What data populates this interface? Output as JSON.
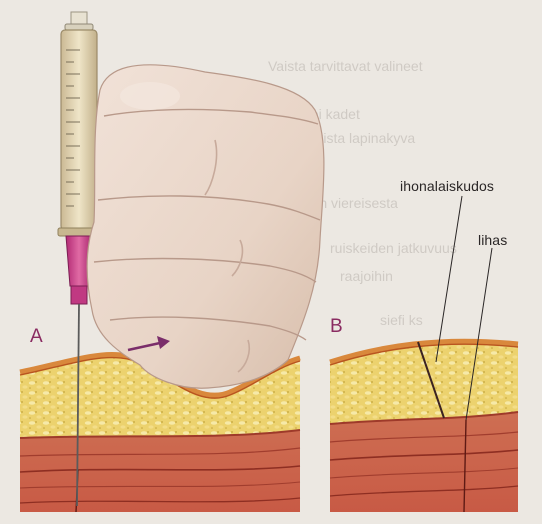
{
  "figure": {
    "panels": [
      {
        "label": "A"
      },
      {
        "label": "B"
      }
    ],
    "callouts": [
      {
        "text": "ihonalaiskudos"
      },
      {
        "text": "lihas"
      }
    ]
  },
  "background_text": [
    "Vaista tarvittavat valineet",
    "Desinfioi kadet",
    "tarkista lapinakyva",
    "pistoksen viereisesta",
    "ruiskeiden jatkuvuus",
    "raajoihin",
    "siefi ks"
  ],
  "colors": {
    "page": "#ece8e2",
    "panel_label": "#8a2b61",
    "arrow": "#7a2d6a",
    "fat_tissue": "#e8c75a",
    "muscle": "#c96b4e",
    "skin_line": "#d9883c"
  },
  "icons": [
    "syringe-icon",
    "hand-pinching-skin-icon",
    "arrow-right-icon"
  ]
}
